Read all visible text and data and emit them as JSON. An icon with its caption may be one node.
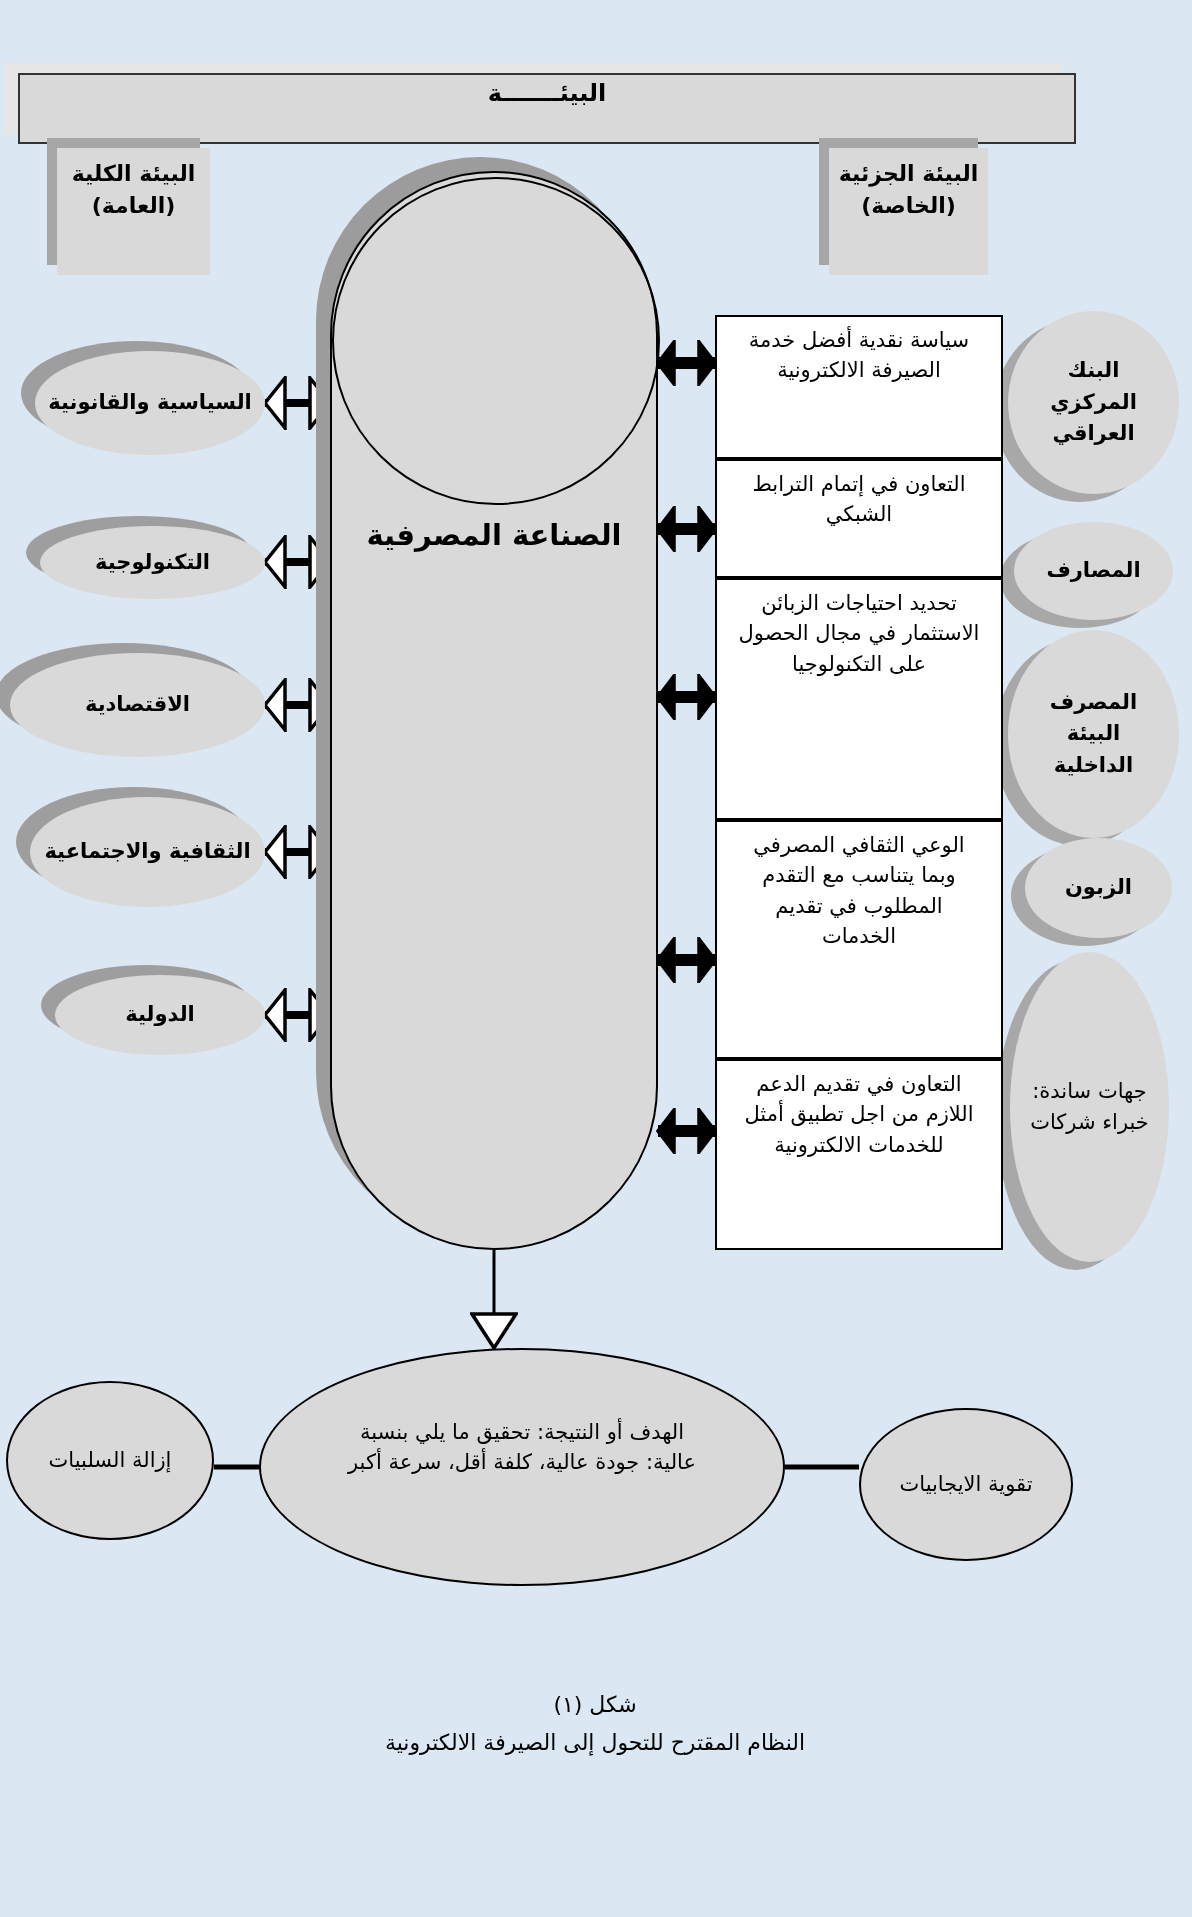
{
  "diagram": {
    "nodes": [
      {
        "text": [
          "البيئـــــــة"
        ]
      },
      {
        "text": [
          "البيئة الكلية (العامة)"
        ]
      },
      {
        "text": [
          "البيئة الجزئية (الخاصة)"
        ]
      },
      {
        "text": [
          "الصناعة المصرفية"
        ]
      },
      {
        "text": [],
        "shape": "circle",
        "in": 3
      },
      {
        "text": [
          "السياسية والقانونية"
        ]
      },
      {
        "text": [
          "التكنولوجية"
        ]
      },
      {
        "text": [
          "الاقتصادية"
        ]
      },
      {
        "text": [
          "الثقافية والاجتماعية"
        ]
      },
      {
        "text": [
          "الدولية"
        ]
      },
      {
        "text": [
          "سياسة نقدية أفضل خدمة الصيرفة الالكترونية"
        ]
      },
      {
        "text": [
          "التعاون في إتمام الترابط الشبكي"
        ]
      },
      {
        "text": [
          "تحديد احتياجات الزبائن الاستثمار في مجال الحصول على التكنولوجيا"
        ]
      },
      {
        "text": [
          "الوعي الثقافي المصرفي وبما يتناسب مع التقدم المطلوب في تقديم الخدمات"
        ]
      },
      {
        "text": [
          "التعاون في تقديم الدعم اللازم من اجل تطبيق أمثل للخدمات الالكترونية"
        ]
      },
      {
        "text": [
          "البنك المركزي العراقي"
        ]
      },
      {
        "text": [
          "المصارف"
        ]
      },
      {
        "text": [
          "المصرف البيئة الداخلية"
        ]
      },
      {
        "text": [
          "الزبون"
        ]
      },
      {
        "text": [
          "جهات ساندة: خبراء شركات"
        ]
      },
      {
        "text": [
          "الهدف أو النتيجة: تحقيق ما يلي بنسبة عالية: جودة عالية، كلفة أقل، سرعة أكبر"
        ]
      },
      {
        "text": [
          "إزالة السلبيات"
        ]
      },
      {
        "text": [
          "تقوية الايجابيات"
        ]
      }
    ],
    "edges": [
      {
        "from": 5,
        "to": 3,
        "arrow": "both"
      },
      {
        "from": 6,
        "to": 3,
        "arrow": "both"
      },
      {
        "from": 7,
        "to": 3,
        "arrow": "both"
      },
      {
        "from": 8,
        "to": 3,
        "arrow": "both"
      },
      {
        "from": 9,
        "to": 3,
        "arrow": "both"
      },
      {
        "from": 10,
        "to": 3,
        "arrow": "both"
      },
      {
        "from": 11,
        "to": 3,
        "arrow": "both"
      },
      {
        "from": 12,
        "to": 3,
        "arrow": "both"
      },
      {
        "from": 13,
        "to": 3,
        "arrow": "both"
      },
      {
        "from": 14,
        "to": 3,
        "arrow": "both"
      },
      {
        "from": 3,
        "to": 20,
        "arrow": "to"
      },
      {
        "from": 21,
        "to": 20,
        "arrow": "none"
      },
      {
        "from": 20,
        "to": 22,
        "arrow": "none"
      }
    ],
    "labels": [
      "شكل (١)",
      "النظام المقترح للتحول إلى الصيرفة الالكترونية"
    ]
  }
}
